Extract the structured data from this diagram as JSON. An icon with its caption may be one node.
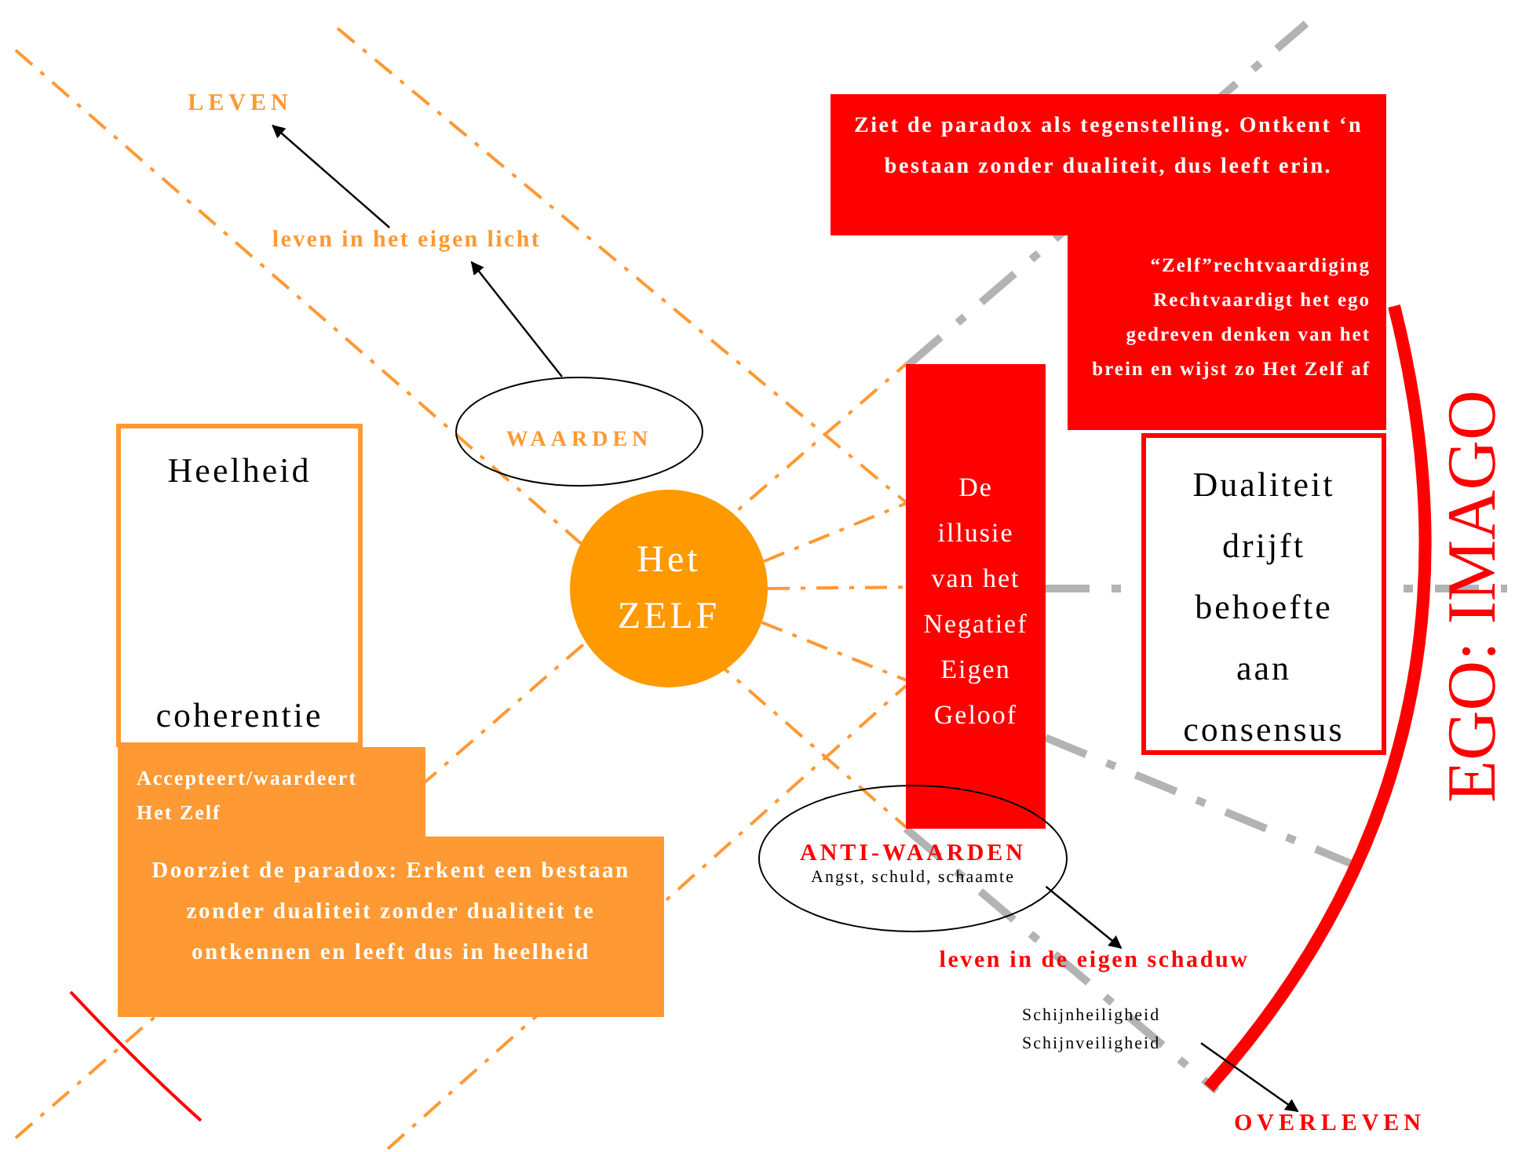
{
  "diagram": {
    "nodes": [
      {
        "text": [
          "LEVEN"
        ]
      },
      {
        "text": [
          "leven in het eigen licht"
        ]
      },
      {
        "text": [
          "WAARDEN"
        ]
      },
      {
        "text": [
          "Heelheid",
          "coherentie"
        ]
      },
      {
        "text": [
          "Het ZELF"
        ]
      },
      {
        "text": [
          "Accepteert/waardeert Het Zelf"
        ]
      },
      {
        "text": [
          "Doorziet de paradox: Erkent een bestaan zonder dualiteit zonder dualiteit te ontkennen en leeft dus in heelheid"
        ]
      },
      {
        "text": [
          "Ziet de paradox als tegenstelling. Ontkent ‘n bestaan zonder dualiteit, dus leeft erin."
        ]
      },
      {
        "text": [
          "“Zelf”rechtvaardiging",
          "Rechtvaardigt het ego gedreven denken van het brein en wijst zo Het Zelf af"
        ]
      },
      {
        "text": [
          "De illusie van het Negatief Eigen Geloof"
        ]
      },
      {
        "text": [
          "Dualiteit drijft behoefte aan consensus"
        ]
      },
      {
        "text": [
          "ANTI-WAARDEN",
          "Angst, schuld, schaamte"
        ]
      },
      {
        "text": [
          "leven in de eigen schaduw"
        ]
      },
      {
        "text": [
          "Schijnheiligheid Schijnveiligheid"
        ]
      },
      {
        "text": [
          "OVERLEVEN"
        ]
      }
    ],
    "edges": [
      {
        "from": 2,
        "to": 1,
        "arrow": "to"
      },
      {
        "from": 1,
        "to": 0,
        "arrow": "to"
      },
      {
        "from": 4,
        "to": 9,
        "arrow": "none",
        "style": "dashed",
        "color": "#ff9933"
      },
      {
        "from": 4,
        "to": 9,
        "arrow": "none",
        "style": "dashed",
        "color": "#ff9933"
      },
      {
        "from": 4,
        "to": 9,
        "arrow": "none",
        "style": "dashed",
        "color": "#ff9933"
      },
      {
        "from": 11,
        "to": 12,
        "arrow": "to"
      },
      {
        "from": 13,
        "to": 14,
        "arrow": "to"
      }
    ],
    "labels": [
      "EGO: IMAGO"
    ]
  }
}
